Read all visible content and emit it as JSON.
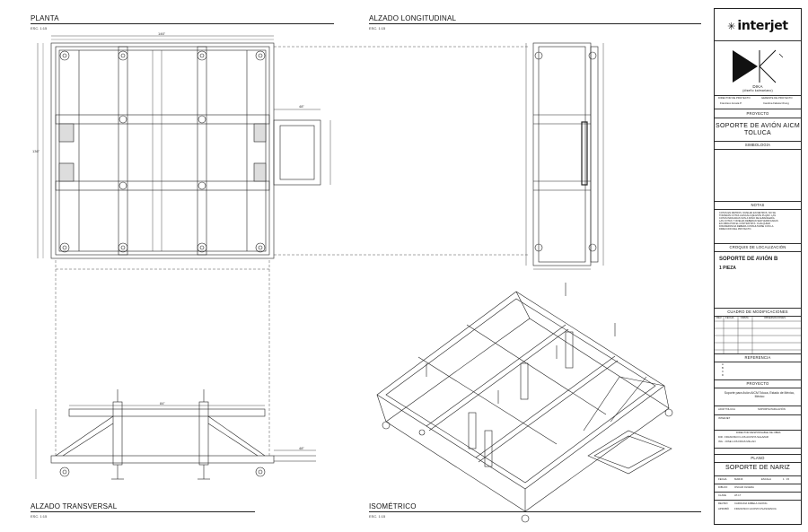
{
  "views": {
    "planta": {
      "title": "PLANTA",
      "scale": "ESC. 1:15"
    },
    "alzado_longitudinal": {
      "title": "ALZADO LONGITUDINAL",
      "scale": "ESC. 1:15"
    },
    "alzado_transversal": {
      "title": "ALZADO TRANSVERSAL",
      "scale": "ESC. 1:15"
    },
    "isometrico": {
      "title": "ISOMÉTRICO",
      "scale": "ESC. 1:15"
    }
  },
  "dimensions": {
    "planta_top": "146\"",
    "planta_left": "136\"",
    "planta_ext": "48\"",
    "trans_top": "84\"",
    "trans_ext": "48\""
  },
  "title_block": {
    "logo_text": "interjet",
    "client_name": "DIKA",
    "client_sub": "(diseño kalmariano)",
    "director_label": "DIRECTOR DE PROYECTO",
    "director_name": "Francisco Acosta P.",
    "gerente_label": "GERENTE DE PROYECTO",
    "gerente_name": "Carolina Fabela Chong",
    "proyecto_header": "PROYECTO",
    "proyecto_name": "SOPORTE DE AVIÓN AICM TOLUCA",
    "simbologia": "SIMBOLOGÍA",
    "notas_header": "NOTAS",
    "notas_text": "COTAS EN METROS. NIVELES EN METROS. NO SE TOMARAN COTAS A ESCALA DE ESTE PLANO. LAS COTAS INDICADAS SON A PAÑO DE ALBAÑILERÍA. LAS COTAS Y NIVELES DEBERAN SER VERIFICADAS EN OBRA POR EL CONTRATISTA. CUALQUIER DISCREPANCIA DEBERA CONSULTARSE CON LA DIRECCION DEL PROYECTO.",
    "croquis_header": "CROQUIS DE LOCALIZACIÓN",
    "pieza_title": "SOPORTE DE AVIÓN B",
    "pieza_qty": "1 PIEZA",
    "cuadro_header": "CUADRO DE MODIFICACIONES",
    "cuadro_cols": [
      "REV.",
      "FECHA",
      "FIRMA",
      "OBSERVACIONES"
    ],
    "referencia_header": "REFERENCIA",
    "referencia_items": [
      "A",
      "B",
      "C",
      "D"
    ],
    "proyecto2_header": "PROYECTO",
    "proyecto2_desc": "Soporte para Avión AICM Toluca, Estado de México, México",
    "aicm_label": "AICM TOLUCA",
    "soporte_label": "SOPORTE PARA AVIÓN",
    "interjet_label": "INTERJET",
    "dro_line1": "DIRECTOR RESPONSABLE DE OBRA",
    "dro_line2": "DIR.: FRANCISCO LUIS ACOSTA SALAZAR",
    "dro_line3": "ING.: JOSE LUIS FRIAS MILLAN",
    "plano_header": "PLANO",
    "plano_name": "SOPORTE DE NARIZ",
    "fecha_label": "FECHA",
    "fecha_value": "MAR16",
    "escala_label": "ESCALA",
    "escala_value": "1 : 15",
    "dibujo_label": "DIBUJO",
    "dibujo_value": "OSCAR OLVERA",
    "clave_label": "CLAVE",
    "clave_value": "AT-17",
    "reviso_label": "REVISÓ",
    "reviso_value": "CAROLINA FABELA CHONG",
    "aprobo_label": "APROBÓ",
    "aprobo_value": "FRANCISCO ACOSTA PLASCENCIA"
  }
}
